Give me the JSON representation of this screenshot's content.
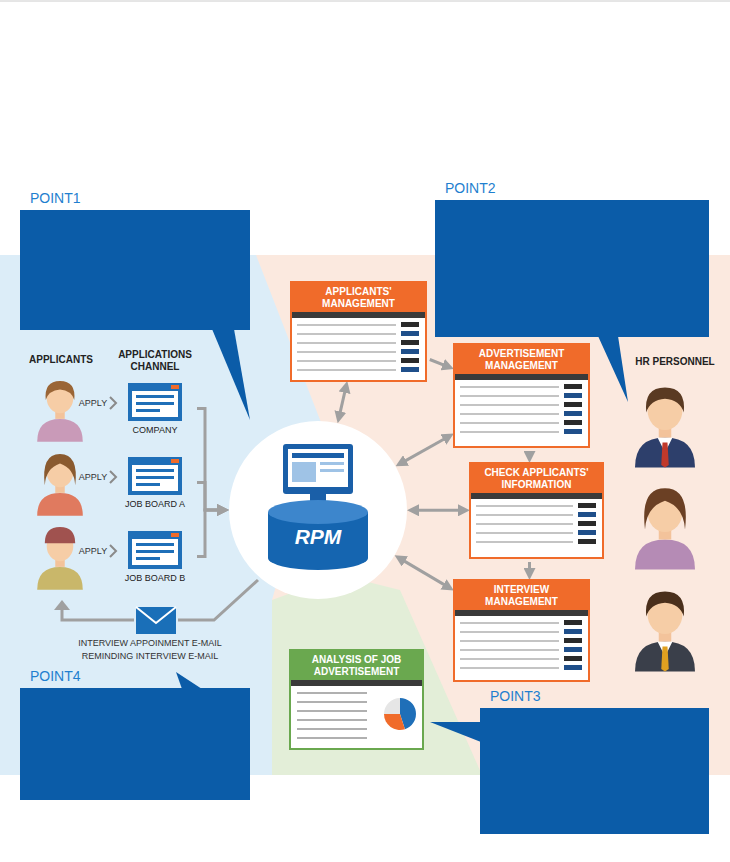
{
  "diagram": {
    "nodes": [
      {
        "text": [
          "POINT1"
        ]
      },
      {
        "text": [
          "POINT2"
        ]
      },
      {
        "text": [
          "COMPANY"
        ]
      },
      {
        "text": [
          "JOB BOARD A"
        ]
      },
      {
        "text": [
          "JOB BOARD B"
        ]
      },
      {
        "text": [
          "RPM"
        ]
      },
      {
        "text": [
          "APPLICANTS' MANAGEMENT"
        ]
      },
      {
        "text": [
          "ADVERTISEMENT MANAGEMENT"
        ]
      },
      {
        "text": [
          "CHECK APPLICANTS' INFORMATION"
        ]
      },
      {
        "text": [
          "INTERVIEW MANAGEMENT"
        ]
      },
      {
        "text": [
          "ANALYSIS OF JOB ADVERTISEMENT"
        ]
      },
      {
        "text": [
          "POINT3"
        ]
      },
      {
        "text": [
          "POINT4"
        ]
      }
    ],
    "edges": [
      {
        "from": 2,
        "to": 5,
        "arrow": "to"
      },
      {
        "from": 3,
        "to": 5,
        "arrow": "to"
      },
      {
        "from": 4,
        "to": 5,
        "arrow": "to"
      },
      {
        "from": 5,
        "to": 6,
        "arrow": "both"
      },
      {
        "from": 6,
        "to": 7,
        "arrow": "to"
      },
      {
        "from": 5,
        "to": 7,
        "arrow": "both"
      },
      {
        "from": 7,
        "to": 8,
        "arrow": "to"
      },
      {
        "from": 5,
        "to": 8,
        "arrow": "both"
      },
      {
        "from": 8,
        "to": 9,
        "arrow": "to"
      },
      {
        "from": 5,
        "to": 9,
        "arrow": "both"
      }
    ],
    "labels": [
      "APPLICANTS",
      "APPLICATIONS CHANNEL",
      "APPLY",
      "APPLY",
      "APPLY",
      "HR PERSONNEL",
      "INTERVIEW APPOINMENT E-MAIL",
      "REMINDING INTERVIEW E-MAIL"
    ]
  }
}
